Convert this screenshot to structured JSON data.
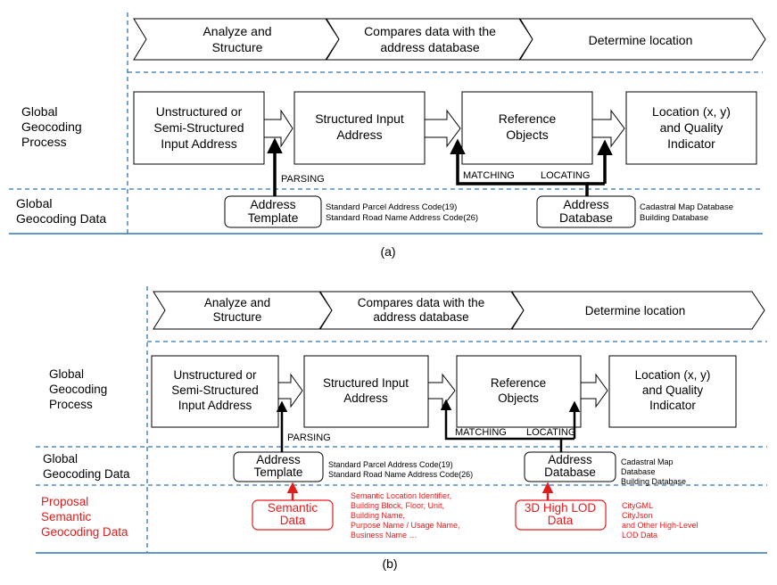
{
  "panel_a": {
    "stages": [
      "Analyze and|Structure",
      "Compares data with the|address database",
      "Determine location"
    ],
    "row_labels": {
      "process": "Global|Geocoding|Process",
      "data": "Global|Geocoding Data"
    },
    "boxes": [
      "Unstructured or|Semi-Structured|Input Address",
      "Structured Input|Address",
      "Reference|Objects",
      "Location (x, y)|and Quality|Indicator"
    ],
    "labels": {
      "parsing": "PARSING",
      "matching": "MATCHING",
      "locating": "LOCATING"
    },
    "data_boxes": {
      "template": "Address|Template",
      "database": "Address|Database"
    },
    "template_notes": "Standard Parcel Address Code(19)|Standard Road Name Address Code(26)",
    "database_notes": "Cadastral Map Database|Building Database",
    "caption": "(a)"
  },
  "panel_b": {
    "stages": [
      "Analyze and|Structure",
      "Compares data with the|address database",
      "Determine location"
    ],
    "row_labels": {
      "process": "Global|Geocoding|Process",
      "data": "Global|Geocoding Data",
      "proposal": "Proposal|Semantic|Geocoding Data"
    },
    "boxes": [
      "Unstructured or|Semi-Structured|Input Address",
      "Structured Input|Address",
      "Reference|Objects",
      "Location (x, y)|and Quality|Indicator"
    ],
    "labels": {
      "parsing": "PARSING",
      "matching": "MATCHING",
      "locating": "LOCATING"
    },
    "data_boxes": {
      "template": "Address|Template",
      "database": "Address|Database"
    },
    "template_notes": "Standard Parcel Address Code(19)|Standard Road Name Address Code(26)",
    "database_notes": "Cadastral Map|Database|Building Database",
    "semantic_boxes": {
      "semantic": "Semantic|Data",
      "lod": "3D High LOD|Data"
    },
    "semantic_notes": "Semantic Location Identifier,|Building Block, Floor, Unit,|Building Name,|Purpose Name / Usage Name,|Business Name  …",
    "lod_notes": "CityGML|CityJson|and Other High-Level|LOD Data",
    "caption": "(b)"
  },
  "colors": {
    "accent_red": "#e31b1b",
    "divider_blue": "#2e75b6",
    "text": "#000000"
  }
}
